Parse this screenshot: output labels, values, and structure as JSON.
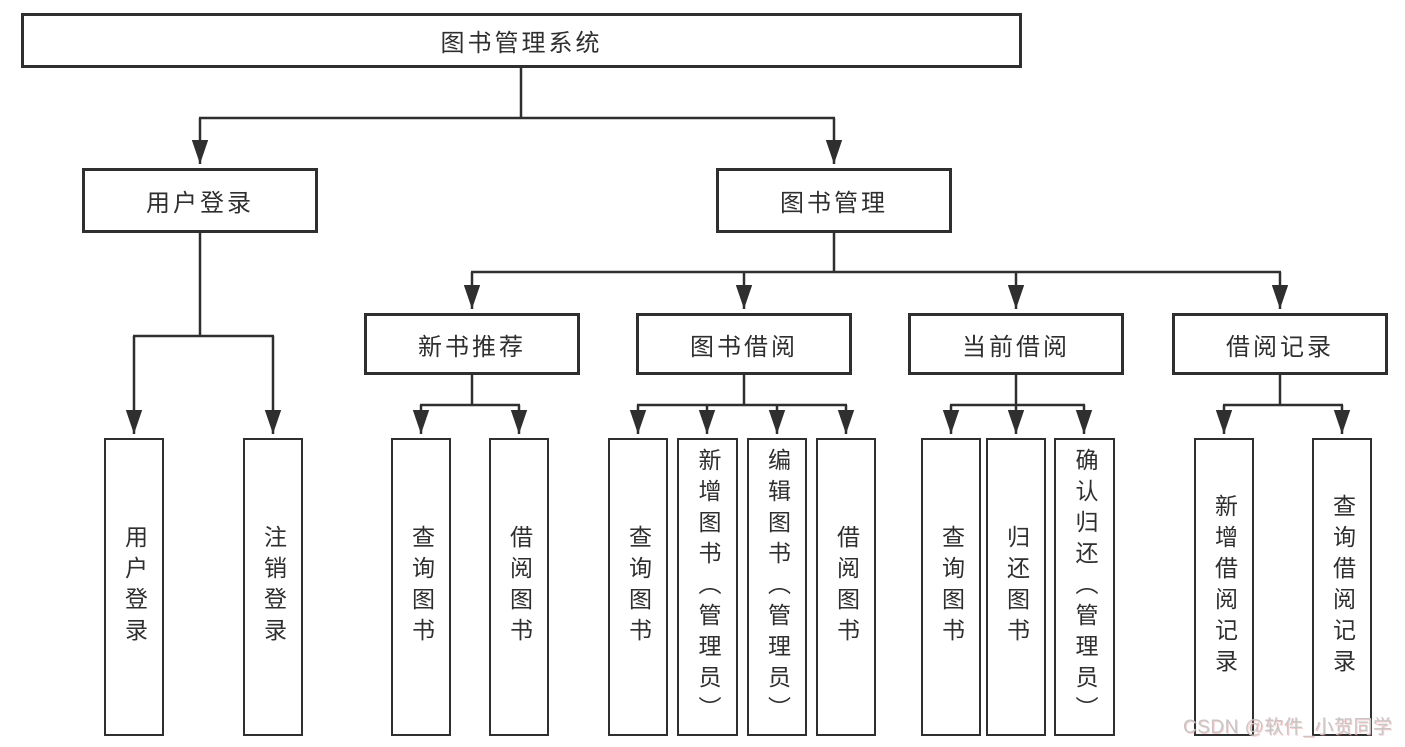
{
  "tree": {
    "root": "图书管理系统",
    "branches": [
      {
        "label": "用户登录",
        "children": [
          "用户登录",
          "注销登录"
        ]
      },
      {
        "label": "图书管理",
        "groups": [
          {
            "label": "新书推荐",
            "children": [
              "查询图书",
              "借阅图书"
            ]
          },
          {
            "label": "图书借阅",
            "children": [
              "查询图书",
              "新增图书（管理员）",
              "编辑图书（管理员）",
              "借阅图书"
            ]
          },
          {
            "label": "当前借阅",
            "children": [
              "查询图书",
              "归还图书",
              "确认归还（管理员）"
            ]
          },
          {
            "label": "借阅记录",
            "children": [
              "新增借阅记录",
              "查询借阅记录"
            ]
          }
        ]
      }
    ]
  },
  "watermark": "CSDN @软件_小贺同学",
  "colors": {
    "line": "#2f2f2f",
    "text": "#2f2f2f",
    "background": "#ffffff",
    "watermark": "#c6c6c6"
  }
}
